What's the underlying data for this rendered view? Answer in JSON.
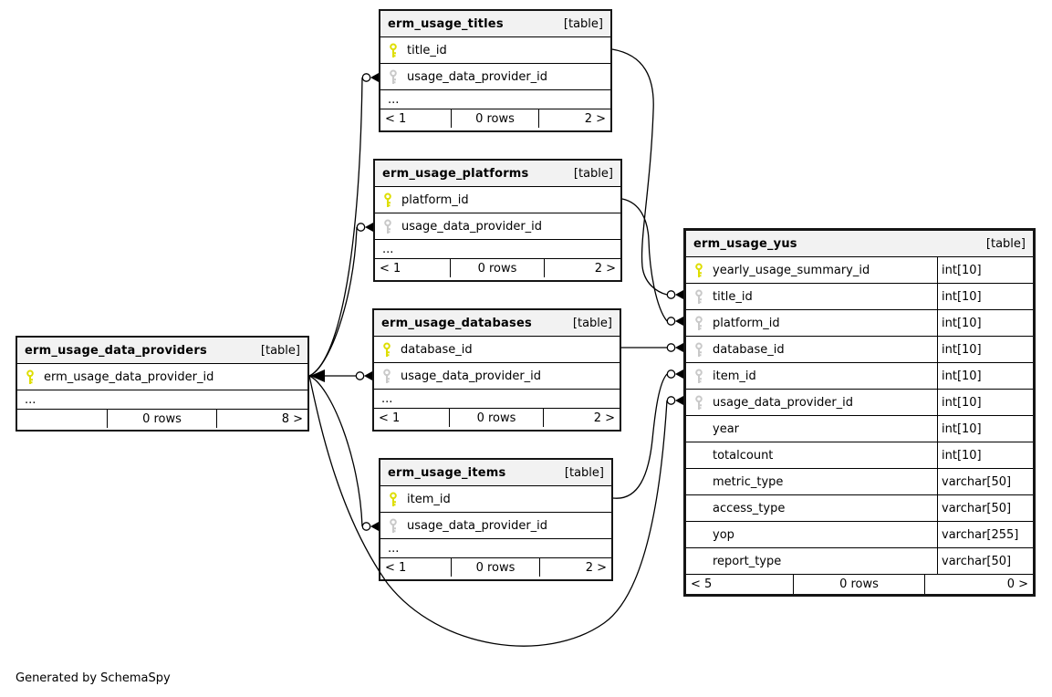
{
  "diagram": {
    "generator_note": "Generated by SchemaSpy",
    "colors": {
      "primary_key": "#dede00",
      "foreign_key": "#c9c9c9",
      "header_bg": "#f2f2f2",
      "line": "#000000"
    }
  },
  "tables": {
    "titles": {
      "title": "erm_usage_titles",
      "badge": "[table]",
      "columns": [
        {
          "name": "title_id",
          "key": "pk"
        },
        {
          "name": "usage_data_provider_id",
          "key": "fk"
        }
      ],
      "more_indicator": "...",
      "footer": {
        "left": "< 1",
        "center": "0 rows",
        "right": "2 >"
      }
    },
    "platforms": {
      "title": "erm_usage_platforms",
      "badge": "[table]",
      "columns": [
        {
          "name": "platform_id",
          "key": "pk"
        },
        {
          "name": "usage_data_provider_id",
          "key": "fk"
        }
      ],
      "more_indicator": "...",
      "footer": {
        "left": "< 1",
        "center": "0 rows",
        "right": "2 >"
      }
    },
    "databases": {
      "title": "erm_usage_databases",
      "badge": "[table]",
      "columns": [
        {
          "name": "database_id",
          "key": "pk"
        },
        {
          "name": "usage_data_provider_id",
          "key": "fk"
        }
      ],
      "more_indicator": "...",
      "footer": {
        "left": "< 1",
        "center": "0 rows",
        "right": "2 >"
      }
    },
    "items": {
      "title": "erm_usage_items",
      "badge": "[table]",
      "columns": [
        {
          "name": "item_id",
          "key": "pk"
        },
        {
          "name": "usage_data_provider_id",
          "key": "fk"
        }
      ],
      "more_indicator": "...",
      "footer": {
        "left": "< 1",
        "center": "0 rows",
        "right": "2 >"
      }
    },
    "data_providers": {
      "title": "erm_usage_data_providers",
      "badge": "[table]",
      "columns": [
        {
          "name": "erm_usage_data_provider_id",
          "key": "pk"
        }
      ],
      "more_indicator": "...",
      "footer": {
        "left": "",
        "center": "0 rows",
        "right": "8 >"
      }
    },
    "yus": {
      "title": "erm_usage_yus",
      "badge": "[table]",
      "columns": [
        {
          "name": "yearly_usage_summary_id",
          "type": "int[10]",
          "key": "pk"
        },
        {
          "name": "title_id",
          "type": "int[10]",
          "key": "fk"
        },
        {
          "name": "platform_id",
          "type": "int[10]",
          "key": "fk"
        },
        {
          "name": "database_id",
          "type": "int[10]",
          "key": "fk"
        },
        {
          "name": "item_id",
          "type": "int[10]",
          "key": "fk"
        },
        {
          "name": "usage_data_provider_id",
          "type": "int[10]",
          "key": "fk"
        },
        {
          "name": "year",
          "type": "int[10]",
          "key": "none"
        },
        {
          "name": "totalcount",
          "type": "int[10]",
          "key": "none"
        },
        {
          "name": "metric_type",
          "type": "varchar[50]",
          "key": "none"
        },
        {
          "name": "access_type",
          "type": "varchar[50]",
          "key": "none"
        },
        {
          "name": "yop",
          "type": "varchar[255]",
          "key": "none"
        },
        {
          "name": "report_type",
          "type": "varchar[50]",
          "key": "none"
        }
      ],
      "footer": {
        "left": "< 5",
        "center": "0 rows",
        "right": "0 >"
      }
    }
  },
  "relationships": [
    {
      "from": "erm_usage_data_providers.erm_usage_data_provider_id",
      "to": "erm_usage_titles.usage_data_provider_id"
    },
    {
      "from": "erm_usage_data_providers.erm_usage_data_provider_id",
      "to": "erm_usage_platforms.usage_data_provider_id"
    },
    {
      "from": "erm_usage_data_providers.erm_usage_data_provider_id",
      "to": "erm_usage_databases.usage_data_provider_id"
    },
    {
      "from": "erm_usage_data_providers.erm_usage_data_provider_id",
      "to": "erm_usage_items.usage_data_provider_id"
    },
    {
      "from": "erm_usage_data_providers.erm_usage_data_provider_id",
      "to": "erm_usage_yus.usage_data_provider_id"
    },
    {
      "from": "erm_usage_titles.title_id",
      "to": "erm_usage_yus.title_id"
    },
    {
      "from": "erm_usage_platforms.platform_id",
      "to": "erm_usage_yus.platform_id"
    },
    {
      "from": "erm_usage_databases.database_id",
      "to": "erm_usage_yus.database_id"
    },
    {
      "from": "erm_usage_items.item_id",
      "to": "erm_usage_yus.item_id"
    }
  ]
}
